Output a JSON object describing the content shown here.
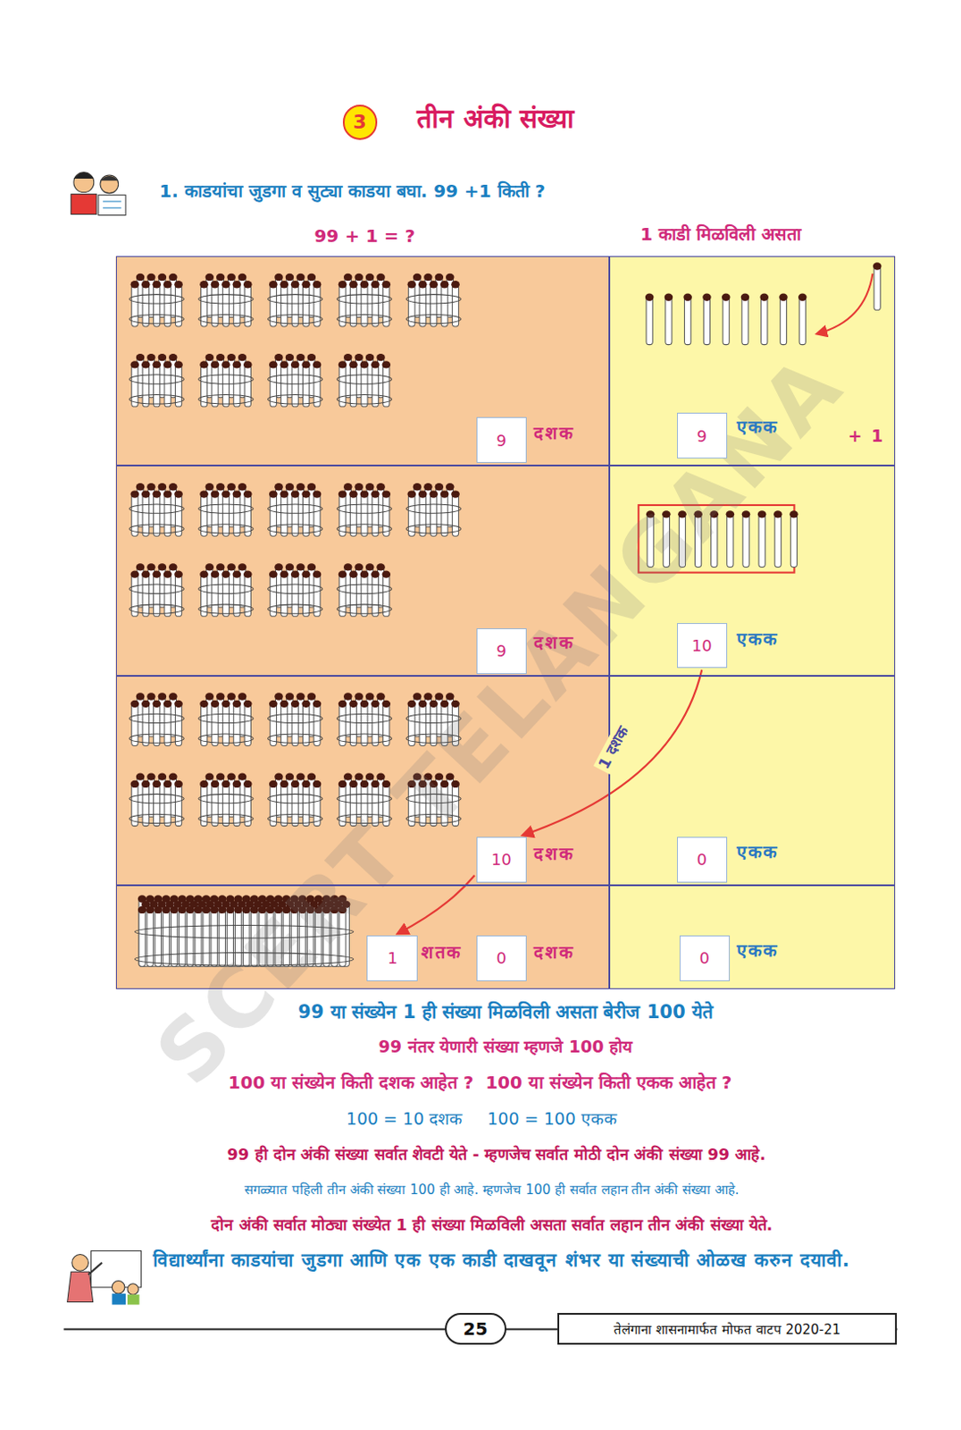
{
  "diagram": {
    "title": "तीन अंकी संख्या",
    "nodes": [
      {
        "text": [
          "3"
        ]
      },
      {
        "text": [
          "दशक"
        ]
      },
      {
        "text": [
          "9"
        ],
        "in": 1
      },
      {
        "text": [
          "एकक",
          "+ 1"
        ]
      },
      {
        "text": [
          "9"
        ],
        "in": 3
      },
      {
        "text": [
          "दशक"
        ]
      },
      {
        "text": [
          "9"
        ],
        "in": 5
      },
      {
        "text": [
          "एकक"
        ]
      },
      {
        "text": [
          "10"
        ],
        "in": 7
      },
      {
        "text": [
          "दशक"
        ]
      },
      {
        "text": [
          "10"
        ],
        "in": 9
      },
      {
        "text": [
          "एकक"
        ]
      },
      {
        "text": [
          "0"
        ],
        "in": 11
      },
      {
        "text": [
          "शतक",
          "दशक"
        ]
      },
      {
        "text": [
          "1"
        ],
        "in": 13
      },
      {
        "text": [
          "0"
        ],
        "in": 13
      },
      {
        "text": [
          "एकक"
        ]
      },
      {
        "text": [
          "0"
        ],
        "in": 16
      },
      {
        "text": [
          "25"
        ]
      },
      {
        "text": [
          "तेलंगाना शासनामार्फत मोफत वाटप 2020-21"
        ]
      }
    ],
    "edges": [
      {
        "from": 8,
        "to": 10,
        "arrow": "to",
        "label": "1 दशक"
      },
      {
        "from": 10,
        "to": 14,
        "arrow": "to"
      }
    ],
    "labels": [
      "1. काडयांचा जुडगा व सुट्या काडया बघा. 99 +1 किती ?",
      "99 + 1 = ?",
      "1 काडी मिळविली असता",
      "99 या संख्येन 1 ही संख्या मिळविली असता बेरीज 100 येते",
      "99 नंतर येणारी संख्या म्हणजे 100 होय",
      "100 या संख्येन किती दशक आहेत ?",
      "100 या संख्येन किती एकक आहेत ?",
      "100 = 10 दशक",
      "100 = 100 एकक",
      "99 ही दोन अंकी संख्या सर्वात शेवटी येते - म्हणजेच सर्वात मोठी दोन अंकी संख्या 99 आहे.",
      "सगळ्यात पहिली तीन अंकी संख्या 100 ही आहे. म्हणजेच 100 ही सर्वात लहान तीन अंकी संख्या आहे.",
      "दोन अंकी सर्वात मोठ्या संख्येत 1 ही संख्या मिळविली असता सर्वात लहान तीन अंकी संख्या येते.",
      "विद्यार्थ्यांना काडयांचा जुडगा आणि एक एक काडी दाखवून शंभर या संख्याची ओळख करुन दयावी.",
      "SCERT TELANGANA"
    ]
  }
}
